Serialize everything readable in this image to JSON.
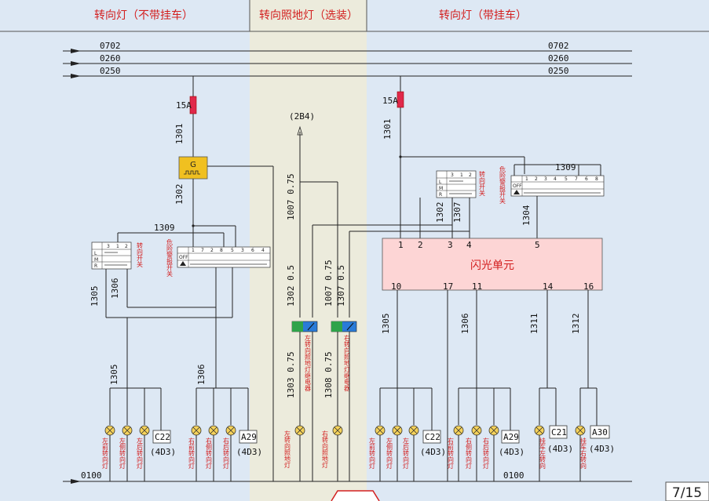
{
  "header": {
    "left": "转向灯（不带挂车）",
    "middle": "转向照地灯（选装）",
    "right": "转向灯（带挂车）"
  },
  "bus": {
    "wires": [
      "0702",
      "0260",
      "0250"
    ],
    "ground": "0100"
  },
  "fuses": {
    "left": "15A",
    "right": "15A"
  },
  "flasher": {
    "label": "G"
  },
  "flash_unit": {
    "label": "闪光单元",
    "pins_top": [
      "1",
      "2",
      "3",
      "4",
      "5"
    ],
    "pins_bottom": [
      "10",
      "17",
      "11",
      "14",
      "16"
    ]
  },
  "wires": {
    "w1301": "1301",
    "w1302": "1302",
    "w1309": "1309",
    "w1305": "1305",
    "w1306": "1306",
    "w1307": "1307",
    "w1304": "1304",
    "w1311": "1311",
    "w1312": "1312",
    "ref2b4": "(2B4)",
    "w1007": "1007 0.75",
    "w1302_05": "1302 0.5",
    "w1007b": "1007 0.75",
    "w1307_05": "1307 0.5",
    "w1303": "1303 0.75",
    "w1308": "1308 0.75"
  },
  "switches": {
    "turn_switch": "转向开关",
    "hazard_switch": "危险警报开关",
    "off": "OFF",
    "rows": [
      "L",
      "M",
      "R"
    ],
    "cols_turn": [
      "3",
      "1",
      "2"
    ],
    "cols_hazard": [
      "1",
      "7",
      "2",
      "8",
      "5",
      "3",
      "6",
      "4"
    ],
    "cols_hazard_right": [
      "1",
      "2",
      "3",
      "4",
      "5",
      "7",
      "6",
      "8"
    ]
  },
  "relays": {
    "left": "左转向照地灯继电器",
    "right": "右转向照地灯继电器"
  },
  "lamps": {
    "lf": "左前转向灯",
    "ls": "左侧转向灯",
    "lr": "左后转向灯",
    "rf": "右前转向灯",
    "rs": "右侧转向灯",
    "rr": "右后转向灯",
    "lg": "左转向照地灯",
    "rg": "右转向照地灯",
    "tl": "挂车左转向",
    "tr": "挂车右转向"
  },
  "connectors": {
    "c22": "C22",
    "a29": "A29",
    "c21": "C21",
    "a30": "A30",
    "ref": "(4D3)"
  },
  "page": "7/15"
}
